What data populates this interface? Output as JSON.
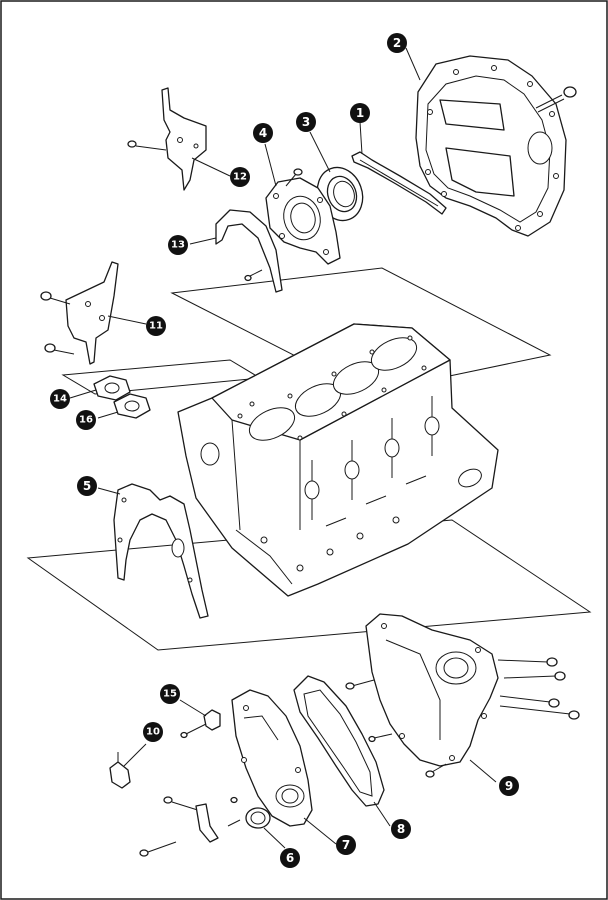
{
  "callouts": [
    {
      "id": "1",
      "label": "1"
    },
    {
      "id": "2",
      "label": "2"
    },
    {
      "id": "3",
      "label": "3"
    },
    {
      "id": "4",
      "label": "4"
    },
    {
      "id": "5",
      "label": "5"
    },
    {
      "id": "6",
      "label": "6"
    },
    {
      "id": "7",
      "label": "7"
    },
    {
      "id": "8",
      "label": "8"
    },
    {
      "id": "9",
      "label": "9"
    },
    {
      "id": "10",
      "label": "10"
    },
    {
      "id": "11",
      "label": "11"
    },
    {
      "id": "12",
      "label": "12"
    },
    {
      "id": "13",
      "label": "13"
    },
    {
      "id": "14",
      "label": "14"
    },
    {
      "id": "15",
      "label": "15"
    },
    {
      "id": "16",
      "label": "16"
    }
  ],
  "colors": {
    "ink": "#1a1a1a",
    "background": "#ffffff",
    "callout_fill": "#111111"
  }
}
